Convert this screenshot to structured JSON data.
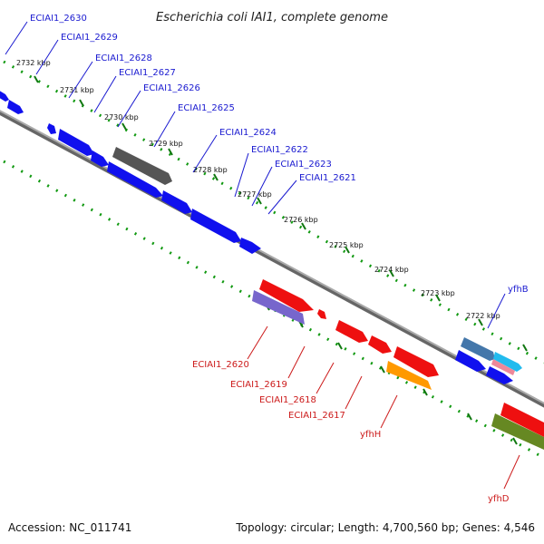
{
  "title": "Escherichia coli IAI1, complete genome",
  "footer": {
    "accession": "Accession: NC_011741",
    "summary": "Topology: circular; Length: 4,700,560 bp; Genes: 4,546"
  },
  "scale_ticks": [
    "2732 kbp",
    "2731 kbp",
    "2730 kbp",
    "2729 kbp",
    "2728 kbp",
    "2727 kbp",
    "2726 kbp",
    "2725 kbp",
    "2724 kbp",
    "2723 kbp",
    "2722 kbp"
  ],
  "gene_labels_top": [
    "ECIAI1_2630",
    "ECIAI1_2629",
    "ECIAI1_2628",
    "ECIAI1_2627",
    "ECIAI1_2626",
    "ECIAI1_2625",
    "ECIAI1_2624",
    "ECIAI1_2622",
    "ECIAI1_2623",
    "ECIAI1_2621",
    "yfhB"
  ],
  "gene_labels_bottom": [
    "ECIAI1_2620",
    "ECIAI1_2619",
    "ECIAI1_2618",
    "ECIAI1_2617",
    "yfhH",
    "yfhD"
  ],
  "colors": {
    "forward_gene": "#1010ee",
    "reverse_gene": "#ee1010",
    "top_label": "#1a1ad0",
    "bottom_label": "#cc1a1a",
    "backbone": "#888888",
    "ruler_dots": "#119911",
    "dark_gray_gene": "#555555",
    "orange_gene": "#ff9900",
    "olive_gene": "#668822",
    "violet_gene": "#7766cc",
    "steel_gene": "#4477aa",
    "cyan_gene": "#22bbee",
    "pink_gene": "#ee8899"
  }
}
